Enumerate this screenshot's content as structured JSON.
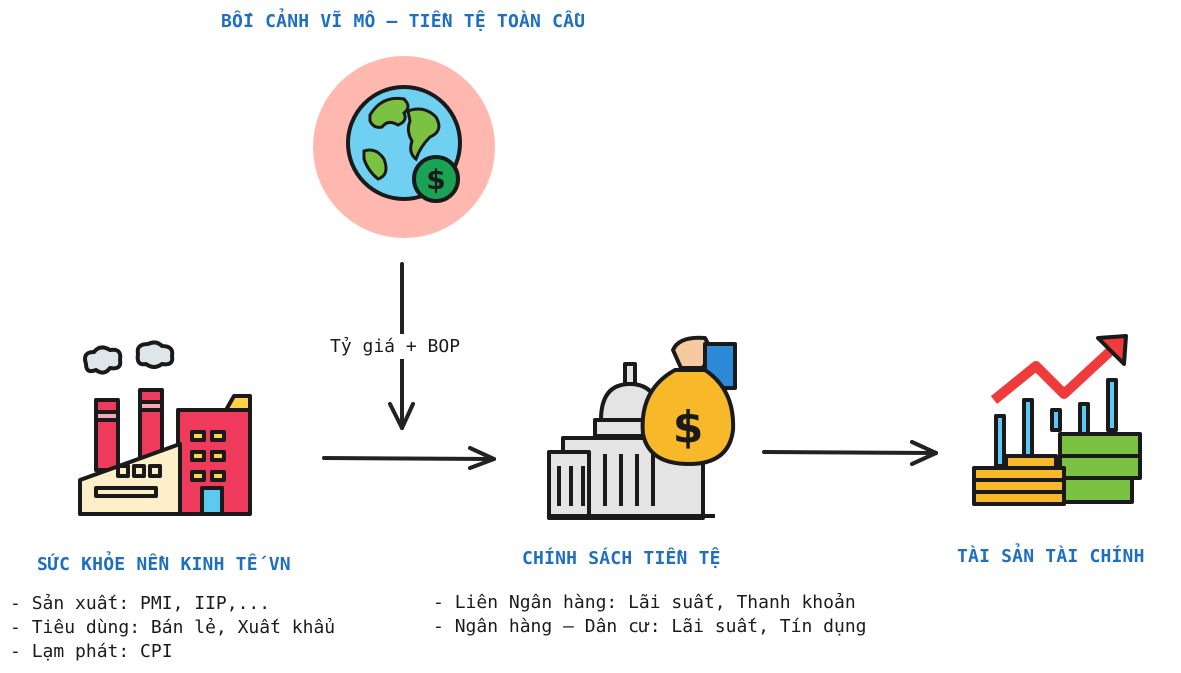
{
  "global": {
    "title": "BỐI CẢNH VĨ MÔ – TIỀN TỆ TOÀN CẦU",
    "icon": "globe-dollar-icon"
  },
  "arrow_label": "Tỷ giá + BOP",
  "economy": {
    "title": "SỨC KHỎE NỀN KINH TẾ VN",
    "icon": "factory-icon",
    "items": [
      "Sản xuất: PMI, IIP,...",
      "Tiêu dùng: Bán lẻ, Xuất khẩu",
      "Lạm phát: CPI"
    ]
  },
  "policy": {
    "title": "CHÍNH SÁCH TIỀN TỆ",
    "icon": "central-bank-money-bag-icon",
    "items": [
      "Liên Ngân hàng: Lãi suất, Thanh khoản",
      "Ngân hàng – Dân cư: Lãi suất, Tín dụng"
    ]
  },
  "assets": {
    "title": "TÀI SẢN TÀI CHÍNH",
    "icon": "financial-assets-chart-icon"
  },
  "colors": {
    "title": "#1f6fc0",
    "arrow": "#222222",
    "globe_circle": "#ffb8b0"
  }
}
